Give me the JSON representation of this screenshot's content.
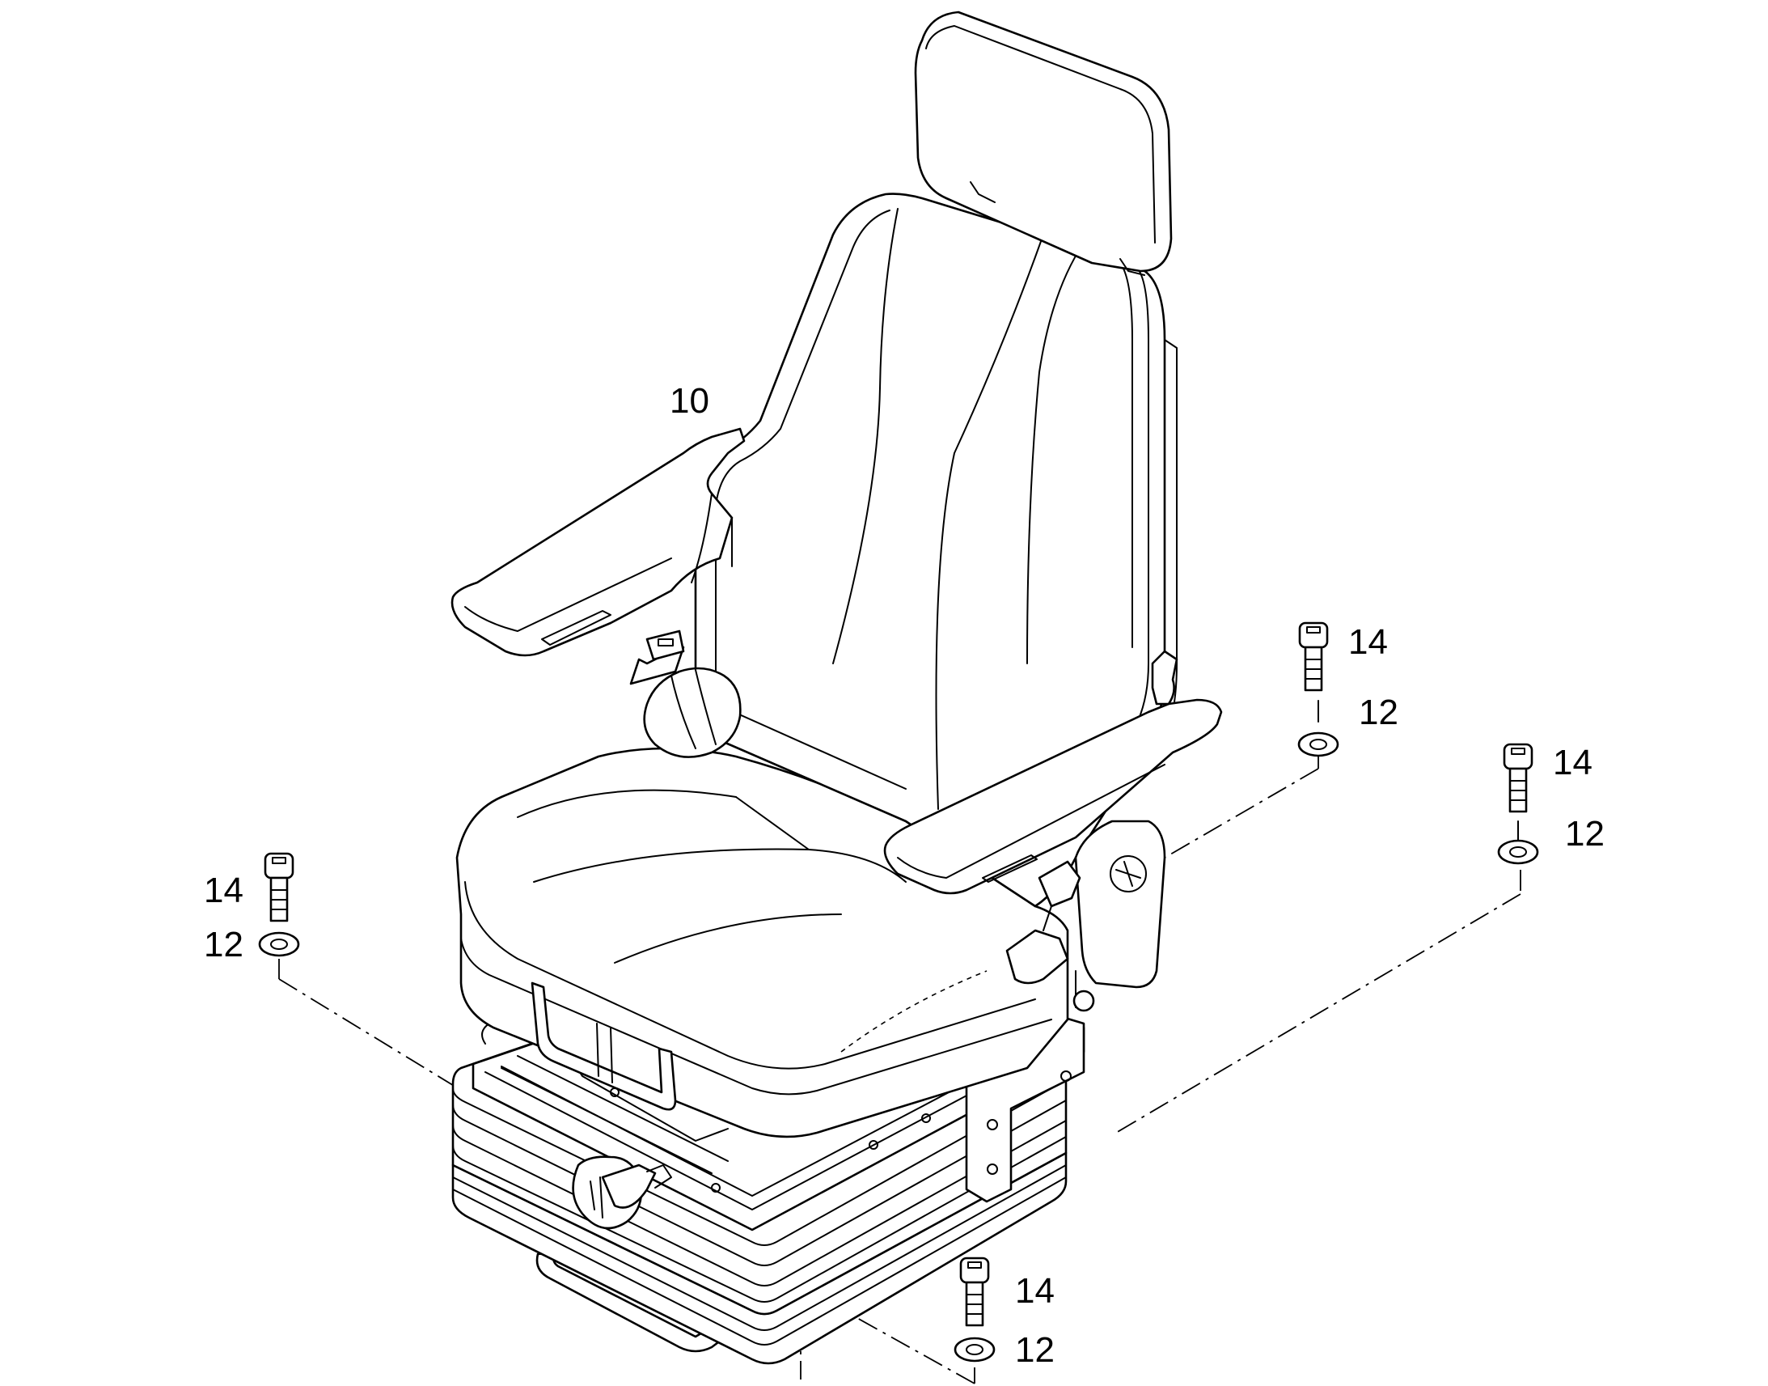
{
  "callouts": {
    "seat": "10",
    "screw": "14",
    "washer": "12"
  },
  "colors": {
    "line": "#000000",
    "paper": "#ffffff"
  },
  "icons": {
    "screw": "socket-head-cap-screw-icon",
    "washer": "flat-washer-icon"
  }
}
